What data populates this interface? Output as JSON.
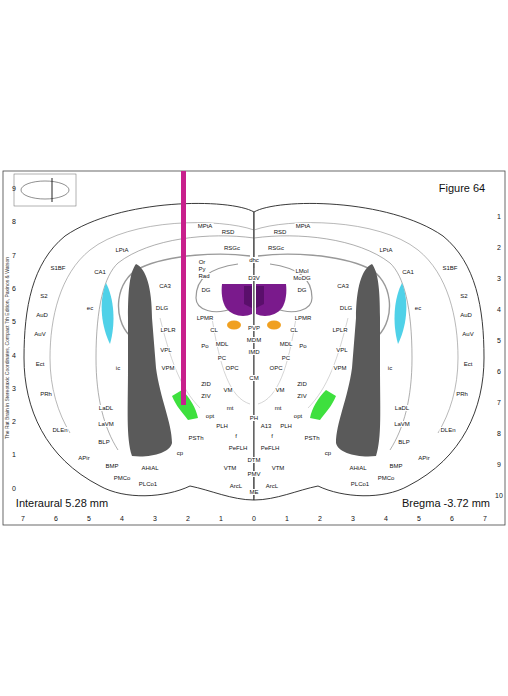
{
  "diagram": {
    "title": "Figure 64",
    "labels": [
      "Interaural 5.28 mm",
      "Bregma -3.72 mm",
      "The Rat Brain in Stereotaxic Coordinates, Compact 7th Edition, Paxinos & Watson",
      "9",
      "8",
      "7",
      "6",
      "5",
      "4",
      "3",
      "2",
      "1",
      "0",
      "1",
      "2",
      "3",
      "4",
      "5",
      "6",
      "7",
      "8",
      "9",
      "10",
      "7",
      "6",
      "5",
      "4",
      "3",
      "2",
      "1",
      "0",
      "1",
      "2",
      "3",
      "4",
      "5",
      "6",
      "7",
      "LPtA",
      "MPtA",
      "RSD",
      "RSGc",
      "RSD",
      "MPtA",
      "RSGc",
      "LPtA",
      "S1BF",
      "S1BF",
      "S2",
      "S2",
      "AuD",
      "AuD",
      "AuV",
      "AuV",
      "Ect",
      "Ect",
      "PRh",
      "PRh",
      "DLEn",
      "DLEn",
      "LaDL",
      "LaDL",
      "LaVM",
      "LaVM",
      "BLP",
      "BLP",
      "APir",
      "APir",
      "BMP",
      "BMP",
      "AHiAL",
      "AHiAL",
      "PMCo",
      "PMCo",
      "PLCo1",
      "PLCo1",
      "CA1",
      "CA1",
      "CA3",
      "CA3",
      "DG",
      "DG",
      "Or",
      "Py",
      "Rad",
      "LMol",
      "MoDG",
      "dhc",
      "D3V",
      "DLG",
      "DLG",
      "LPLR",
      "LPLR",
      "LPMR",
      "LPMR",
      "Po",
      "Po",
      "VPM",
      "VPM",
      "VPL",
      "VPL",
      "CL",
      "CL",
      "PVP",
      "MDL",
      "MDL",
      "MDM",
      "IMD",
      "PC",
      "PC",
      "OPC",
      "OPC",
      "CM",
      "VM",
      "VM",
      "ZID",
      "ZID",
      "ZIV",
      "ZIV",
      "mt",
      "mt",
      "PH",
      "A13",
      "PLH",
      "PLH",
      "f",
      "f",
      "PeFLH",
      "PeFLH",
      "DTM",
      "VTM",
      "VTM",
      "PSTh",
      "PSTh",
      "cp",
      "cp",
      "PMV",
      "ArcL",
      "ArcL",
      "ME",
      "opt",
      "opt",
      "ic",
      "ic",
      "ec",
      "ec"
    ]
  }
}
